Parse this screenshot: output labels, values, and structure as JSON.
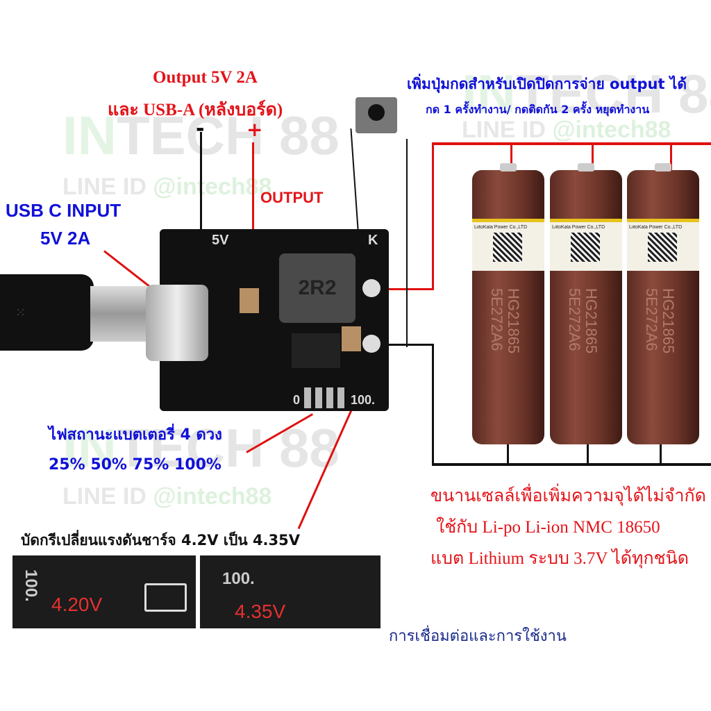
{
  "watermark": {
    "brand": "INTECH 88",
    "line_id": "LINE ID @intech88",
    "brand_in": "IN",
    "brand_rest": "TECH 88",
    "line_prefix": "LINE ID",
    "line_handle": "@intech88"
  },
  "output_label": {
    "line1": "Output 5V 2A",
    "line2": "และ USB-A (หลังบอร์ด)",
    "minus": "-",
    "plus": "+",
    "output": "OUTPUT"
  },
  "input_label": {
    "line1": "USB C INPUT",
    "line2": "5V 2A"
  },
  "button_label": {
    "line1": "เพิ่มปุ่มกดสำหรับเปิดปิดการจ่าย output ได้",
    "line2": "กด 1 ครั้งทำงาน/ กดติดกัน 2 ครั้ง หยุดทำงาน"
  },
  "led_label": {
    "line1": "ไฟสถานะแบตเตอรี่ 4 ดวง",
    "line2": "25% 50% 75% 100%"
  },
  "solder_label": "บัดกรีเปลี่ยนแรงดันชาร์จ 4.2V เป็น 4.35V",
  "cells_label": {
    "line1": "ขนานเซลล์เพื่อเพิ่มความจุได้ไม่จำกัด",
    "line2": "ใช้กับ  Li-po Li-ion NMC 18650",
    "line3": "แบต Lithium ระบบ 3.7V ได้ทุกชนิด"
  },
  "footer": "การเชื่อมต่อและการใช้งาน",
  "board": {
    "inductor": "2R2",
    "silk_5v": "5V",
    "silk_k": "K",
    "silk_0": "0",
    "silk_100": "100."
  },
  "battery": {
    "brand": "LiitoKala Power Co.,LTD",
    "model": "HG21865",
    "code": "5E272A6"
  },
  "photos": [
    {
      "mark": "100.",
      "value": "4.20V"
    },
    {
      "mark": "100.",
      "value": "4.35V"
    }
  ],
  "colors": {
    "red": "#e3141a",
    "blue": "#1010d8",
    "board": "#111111",
    "battery": "#7a3e32"
  }
}
